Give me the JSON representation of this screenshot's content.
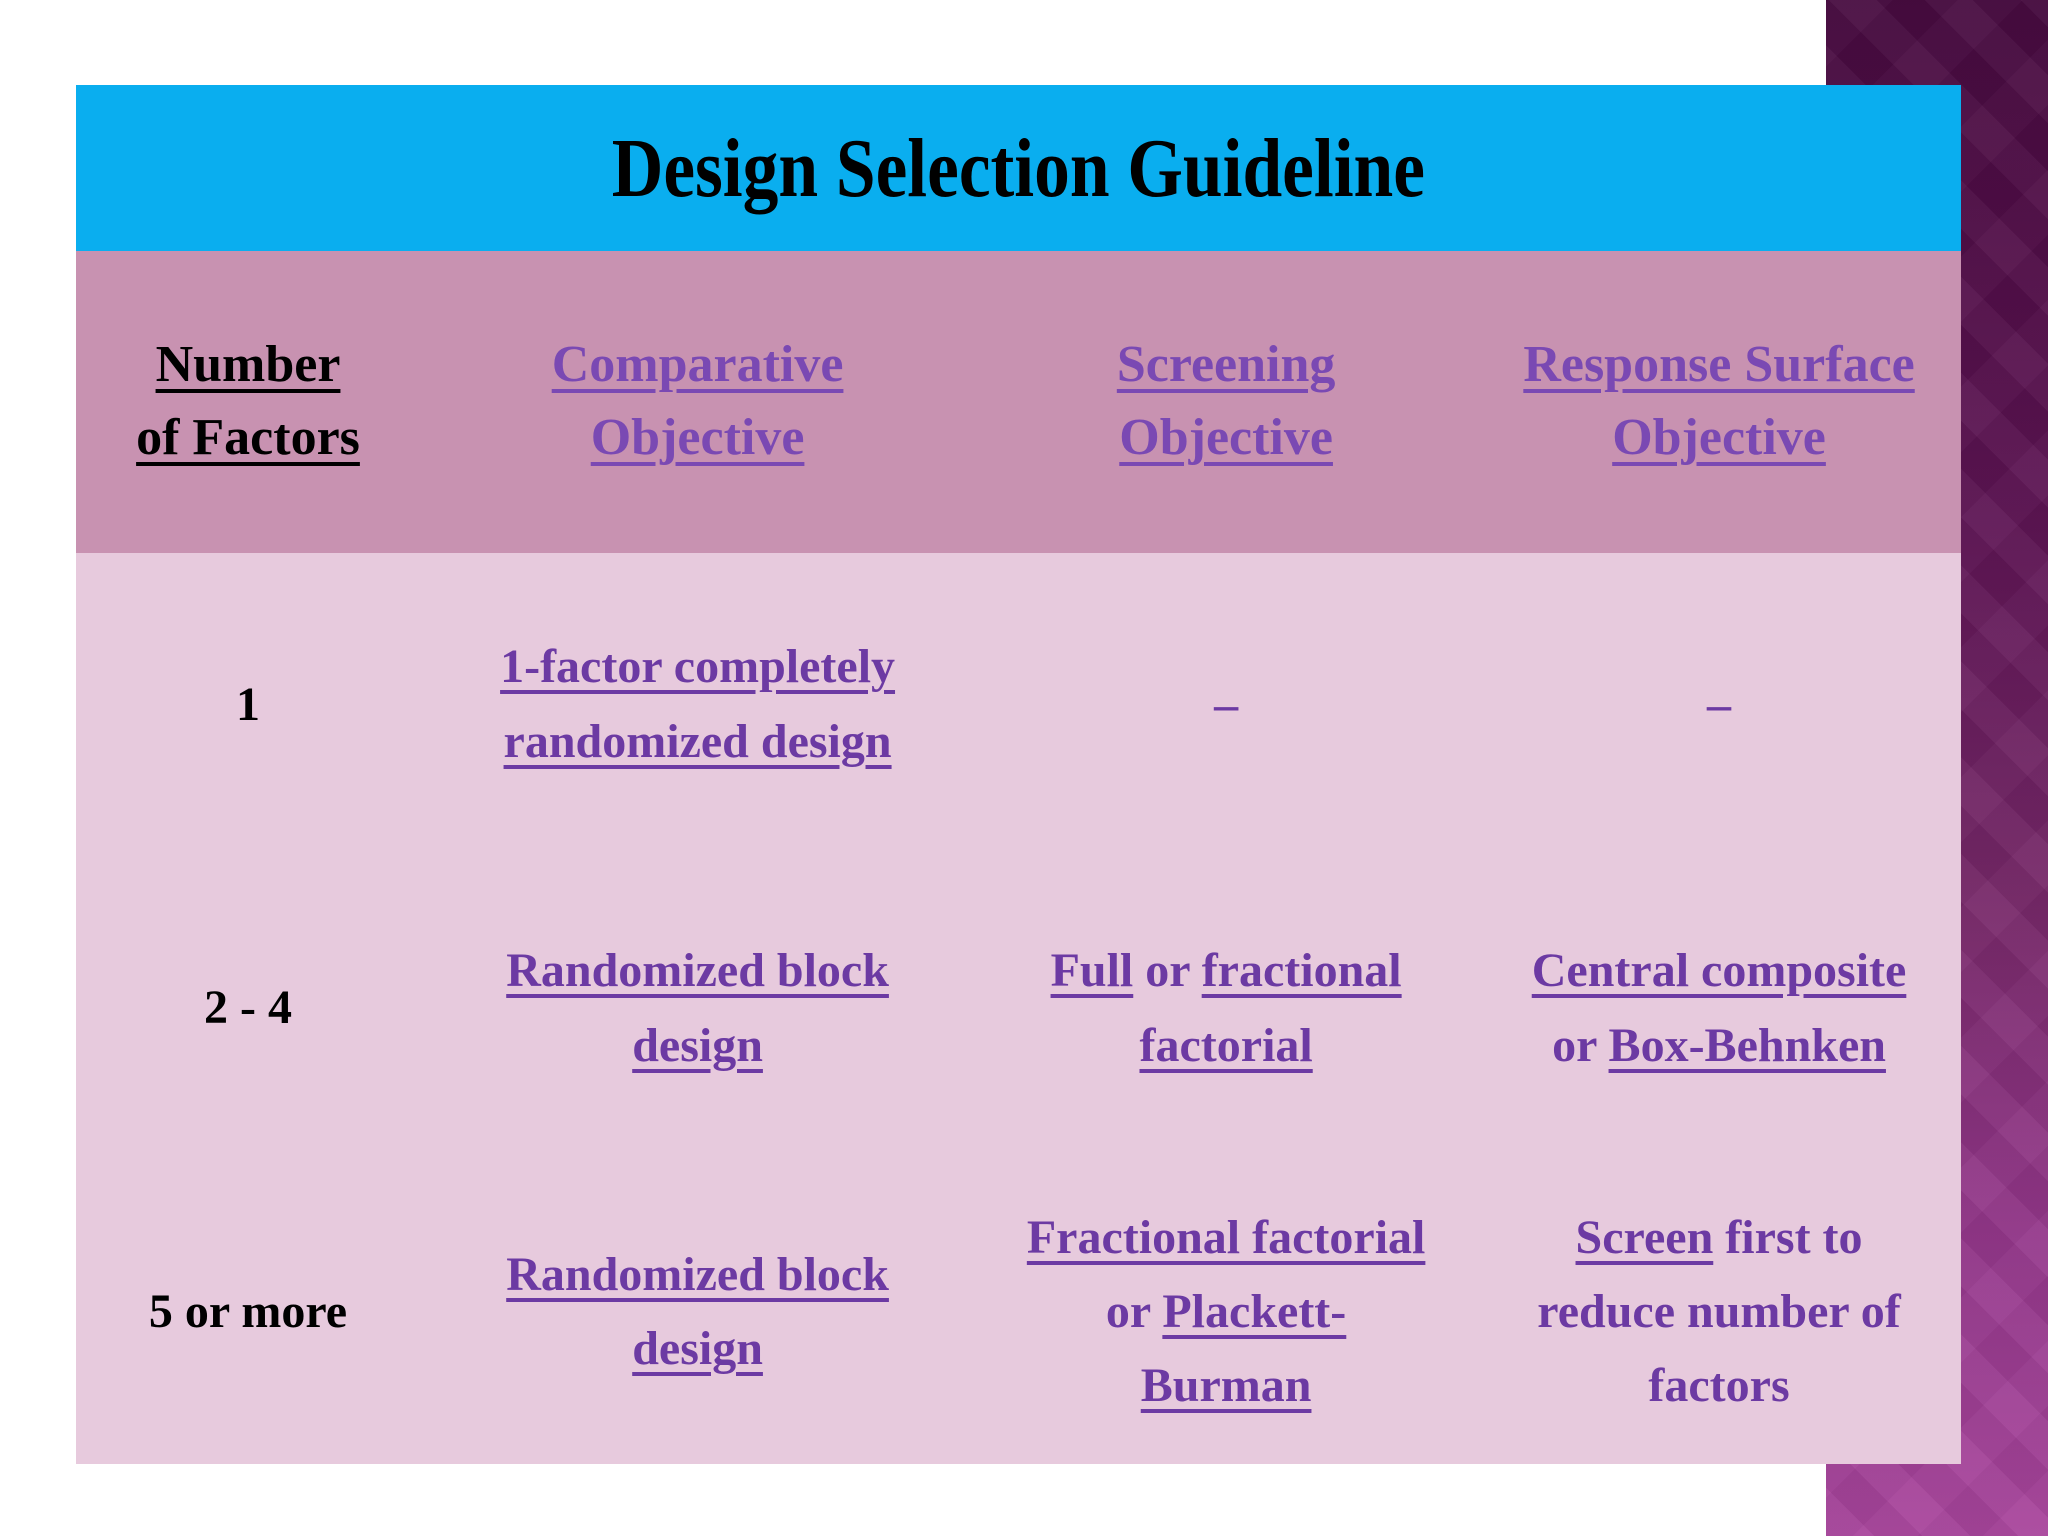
{
  "slide": {
    "title": "Design Selection Guideline",
    "colors": {
      "title_bar_bg": "#0aaeef",
      "title_text": "#000000",
      "header_row_bg": "#c892b1",
      "body_bg": "#e7cadd",
      "header_link": "#7a49b3",
      "body_link": "#6c3aa3",
      "plain_text": "#000000",
      "sidebar_gradient_top": "#470b40",
      "sidebar_gradient_bottom": "#a8459c"
    }
  },
  "table": {
    "column_keys": [
      "factors",
      "comparative",
      "screening",
      "response-surface"
    ],
    "headers": [
      {
        "lines": [
          "Number",
          "of Factors"
        ],
        "link": false
      },
      {
        "lines": [
          "Comparative",
          "Objective"
        ],
        "link": true
      },
      {
        "lines": [
          "Screening",
          "Objective"
        ],
        "link": true
      },
      {
        "lines": [
          "Response Surface",
          "Objective"
        ],
        "link": true
      }
    ],
    "rows": [
      {
        "factors": "1",
        "cells": [
          [
            [
              {
                "t": "1-factor completely",
                "u": true
              }
            ],
            [
              {
                "t": "randomized design",
                "u": true
              }
            ]
          ],
          [
            [
              {
                "t": "–",
                "u": false
              }
            ]
          ],
          [
            [
              {
                "t": "–",
                "u": false
              }
            ]
          ]
        ]
      },
      {
        "factors": "2 - 4",
        "cells": [
          [
            [
              {
                "t": "Randomized block",
                "u": true
              }
            ],
            [
              {
                "t": "design",
                "u": true
              }
            ]
          ],
          [
            [
              {
                "t": "Full",
                "u": true
              },
              {
                "t": " or ",
                "u": false
              },
              {
                "t": "fractional",
                "u": true
              }
            ],
            [
              {
                "t": "factorial",
                "u": true
              }
            ]
          ],
          [
            [
              {
                "t": "Central composite",
                "u": true
              }
            ],
            [
              {
                "t": "or ",
                "u": false
              },
              {
                "t": "Box-Behnken",
                "u": true
              }
            ]
          ]
        ]
      },
      {
        "factors": "5 or more",
        "cells": [
          [
            [
              {
                "t": "Randomized block",
                "u": true
              }
            ],
            [
              {
                "t": "design",
                "u": true
              }
            ]
          ],
          [
            [
              {
                "t": "Fractional factorial",
                "u": true
              }
            ],
            [
              {
                "t": "or ",
                "u": false
              },
              {
                "t": "Plackett-",
                "u": true
              }
            ],
            [
              {
                "t": "Burman",
                "u": true
              }
            ]
          ],
          [
            [
              {
                "t": "Screen",
                "u": true
              },
              {
                "t": " first to",
                "u": false
              }
            ],
            [
              {
                "t": "reduce number of",
                "u": false
              }
            ],
            [
              {
                "t": "factors",
                "u": false
              }
            ]
          ]
        ]
      }
    ]
  }
}
